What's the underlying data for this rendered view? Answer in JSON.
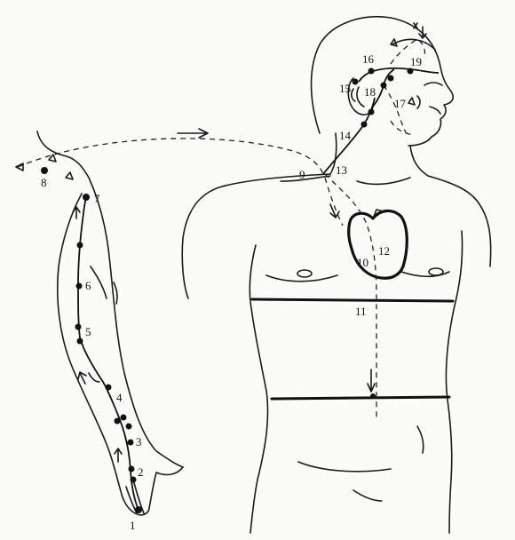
{
  "figure": {
    "point_labels": [
      {
        "id": 1,
        "text": "1"
      },
      {
        "id": 2,
        "text": "2"
      },
      {
        "id": 3,
        "text": "3"
      },
      {
        "id": 4,
        "text": "4"
      },
      {
        "id": 5,
        "text": "5"
      },
      {
        "id": 6,
        "text": "6"
      },
      {
        "id": 7,
        "text": "7"
      },
      {
        "id": 8,
        "text": "8"
      },
      {
        "id": 9,
        "text": "9"
      },
      {
        "id": 10,
        "text": "10"
      },
      {
        "id": 11,
        "text": "11"
      },
      {
        "id": 12,
        "text": "12"
      },
      {
        "id": 13,
        "text": "13"
      },
      {
        "id": 14,
        "text": "14"
      },
      {
        "id": 15,
        "text": "15"
      },
      {
        "id": 16,
        "text": "16"
      },
      {
        "id": 17,
        "text": "17"
      },
      {
        "id": 18,
        "text": "18"
      },
      {
        "id": 19,
        "text": "19"
      }
    ],
    "colors": {
      "ink": "#1a1a1a",
      "paper": "#fbfbfa"
    }
  }
}
